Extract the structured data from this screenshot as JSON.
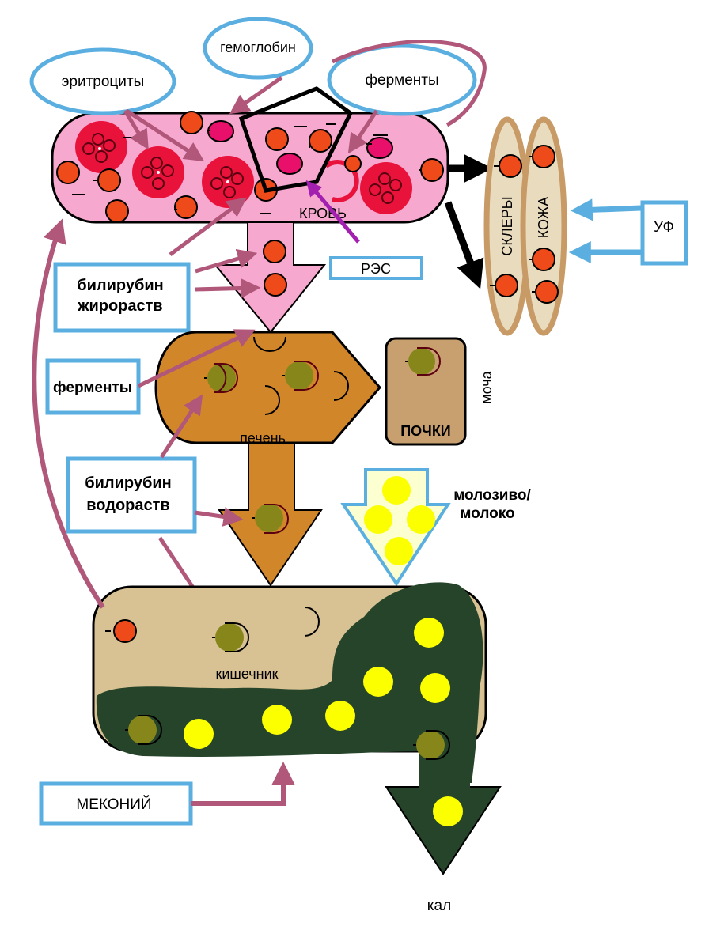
{
  "labels": {
    "erythrocytes": "эритроциты",
    "hemoglobin": "гемоглобин",
    "enzymes_top": "ферменты",
    "blood": "КРОВЬ",
    "res": "РЭС",
    "sclera": "СКЛЕРЫ",
    "skin": "КОЖА",
    "uv": "УФ",
    "bilirubin_fat_line1": "билирубин",
    "bilirubin_fat_line2": "жирораств",
    "enzymes_left": "ферменты",
    "liver": "печень",
    "kidneys": "ПОЧКИ",
    "urine": "моча",
    "bilirubin_water_line1": "билирубин",
    "bilirubin_water_line2": "водораств",
    "colostrum_line1": "молозиво/",
    "colostrum_line2": "молоко",
    "intestine": "кишечник",
    "meconium": "МЕКОНИЙ",
    "feces": "кал"
  },
  "colors": {
    "blood": "#f7a8cf",
    "rbc": "#e8123b",
    "unconjugated": "#ef4a1a",
    "hemoglobin": "#e8106a",
    "liver": "#d2862a",
    "kidney": "#c8a070",
    "intestine": "#d8c193",
    "meconium": "#25442a",
    "conjugated": "#86861a",
    "milk": "#fbff00",
    "label_box": "#5aafe0",
    "pathway_arrow": "#b0577a",
    "res_arrow": "#a21fb0",
    "sclera_band": "#c79a66"
  }
}
